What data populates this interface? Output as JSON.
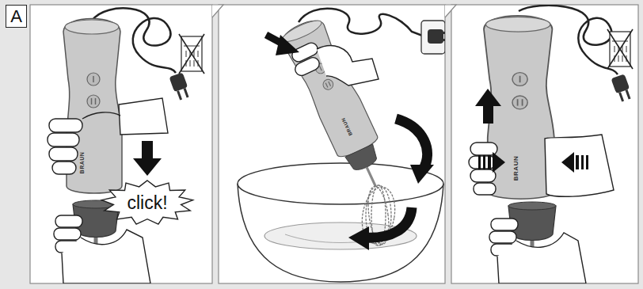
{
  "diagram": {
    "nodes": [
      {
        "text": [
          "A"
        ]
      },
      {
        "text": [
          "click!"
        ]
      }
    ],
    "labels": [
      "BRAUN",
      "BRAUN",
      "BRAUN"
    ]
  }
}
